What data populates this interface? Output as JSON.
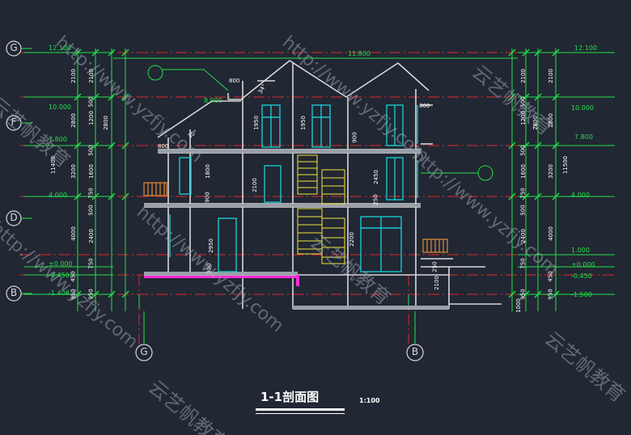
{
  "colors": {
    "background": "#212733",
    "dim": "#22e04a",
    "wall": "#d9d9d9",
    "axis": "#e02828",
    "window": "#17c9d0",
    "stair": "#f2e63a",
    "magenta": "#ff2ad9",
    "rail": "#e38a36",
    "watermark": "#7a8190"
  },
  "title": "1-1剖面图",
  "scale": "1:100",
  "axes": {
    "left": [
      "G",
      "F",
      "D",
      "B"
    ],
    "bottom": [
      "G",
      "B"
    ]
  },
  "elevations": {
    "left": [
      "12.100",
      "10.000",
      "7.800",
      "4.000",
      "±0.000",
      "-0.450",
      "-1.400"
    ],
    "right": [
      "12.100",
      "10.000",
      "7.800",
      "4.000",
      "1.000",
      "±0.000",
      "-0.450",
      "-1.500"
    ],
    "ridge": "11.800",
    "eave": "8.000"
  },
  "dims": {
    "left_outer": [
      "2100",
      "2800",
      "3200",
      "4000",
      "450",
      "950"
    ],
    "left_mid": [
      "2100",
      "500",
      "1200",
      "2800",
      "500",
      "1600",
      "750",
      "500",
      "2400",
      "750",
      "950"
    ],
    "left_total": "11400",
    "right_inner": [
      "2100",
      "500",
      "1200",
      "2800",
      "500",
      "1600",
      "750",
      "500",
      "2400",
      "750",
      "950"
    ],
    "right_mid": [
      "2100",
      "2800",
      "3200",
      "4000",
      "450",
      "950"
    ],
    "right_total": "11500",
    "interior": [
      "1950",
      "1950",
      "900",
      "1800",
      "2100",
      "2450",
      "900",
      "250",
      "2950",
      "2200",
      "350",
      "2100",
      "250"
    ],
    "small": [
      "800",
      "800",
      "800",
      "1000"
    ],
    "slopes": [
      "34°",
      "30°"
    ]
  },
  "watermarks": [
    "http://www.yzfjy.com",
    "云艺帆教育",
    "http://www.yzfjy.com",
    "云艺帆教育",
    "http://www.yzfjy.com",
    "云艺帆教育",
    "http://www.yzfjy.com",
    "云艺帆教育",
    "http://www.yzfjy.com",
    "云艺帆教育"
  ]
}
